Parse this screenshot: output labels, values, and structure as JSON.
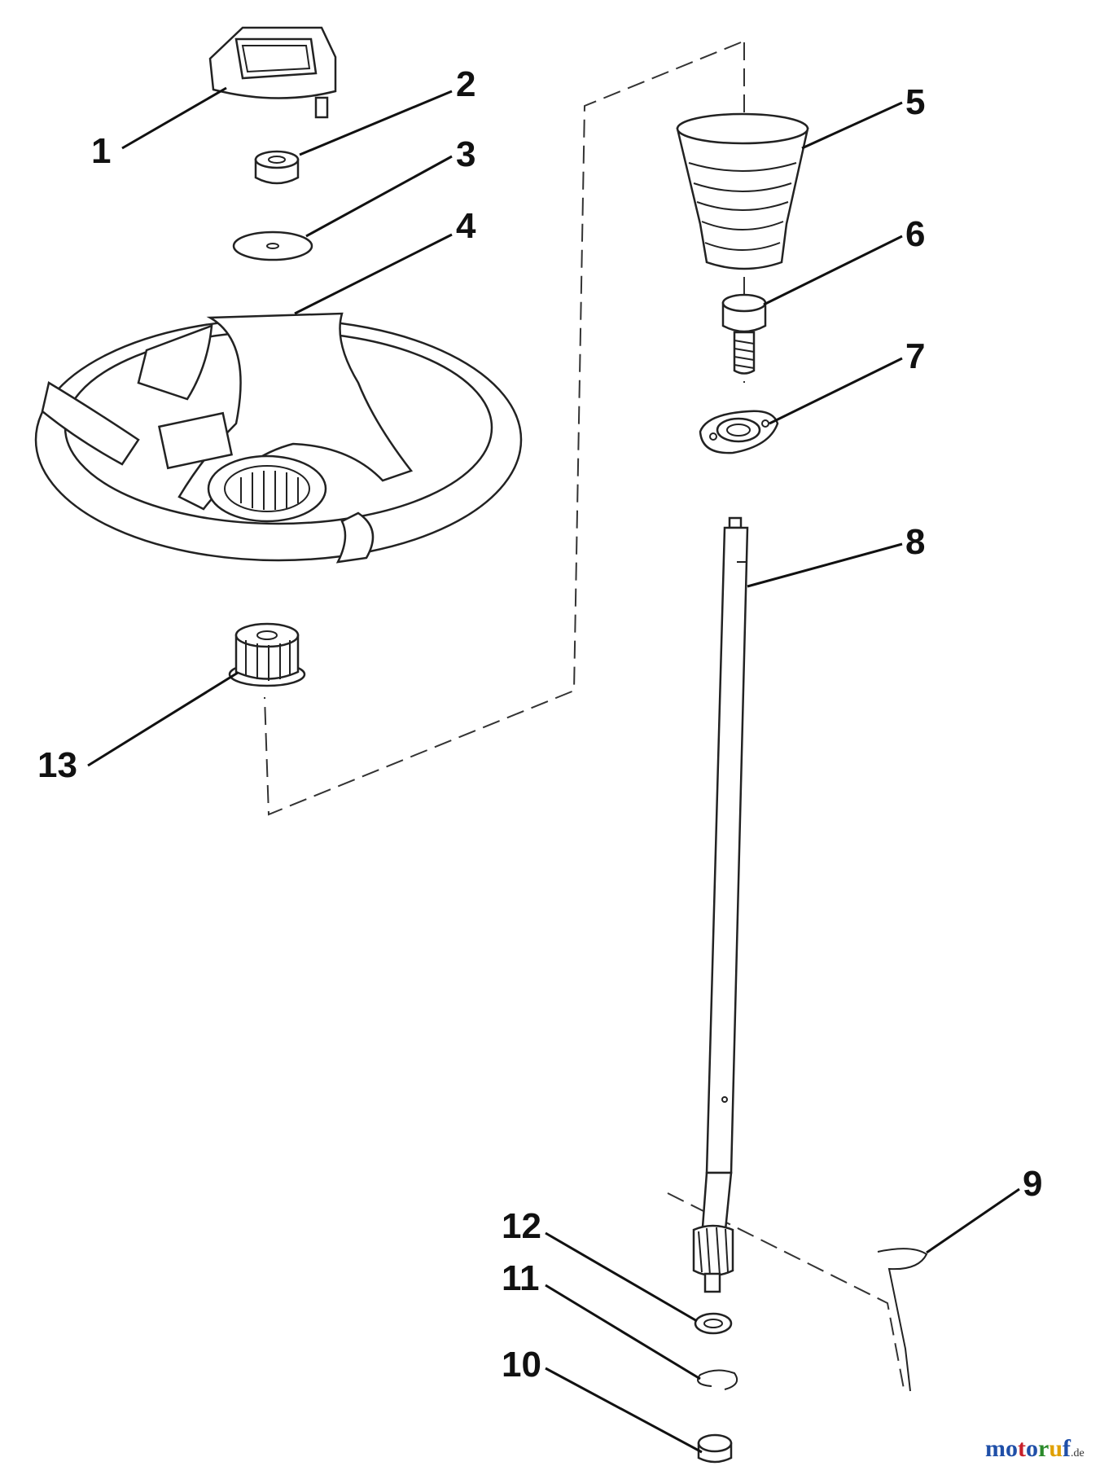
{
  "callouts": [
    {
      "id": "1",
      "label": "1"
    },
    {
      "id": "2",
      "label": "2"
    },
    {
      "id": "3",
      "label": "3"
    },
    {
      "id": "4",
      "label": "4"
    },
    {
      "id": "5",
      "label": "5"
    },
    {
      "id": "6",
      "label": "6"
    },
    {
      "id": "7",
      "label": "7"
    },
    {
      "id": "8",
      "label": "8"
    },
    {
      "id": "9",
      "label": "9"
    },
    {
      "id": "10",
      "label": "10"
    },
    {
      "id": "11",
      "label": "11"
    },
    {
      "id": "12",
      "label": "12"
    },
    {
      "id": "13",
      "label": "13"
    }
  ],
  "watermark": {
    "letters": [
      "m",
      "o",
      "t",
      "o",
      "r",
      "u",
      "f"
    ],
    "suffix": ".de",
    "colors": [
      "#1f4fa8",
      "#1f4fa8",
      "#c8202a",
      "#1f4fa8",
      "#2a8a2a",
      "#e0a000",
      "#1f4fa8"
    ]
  }
}
